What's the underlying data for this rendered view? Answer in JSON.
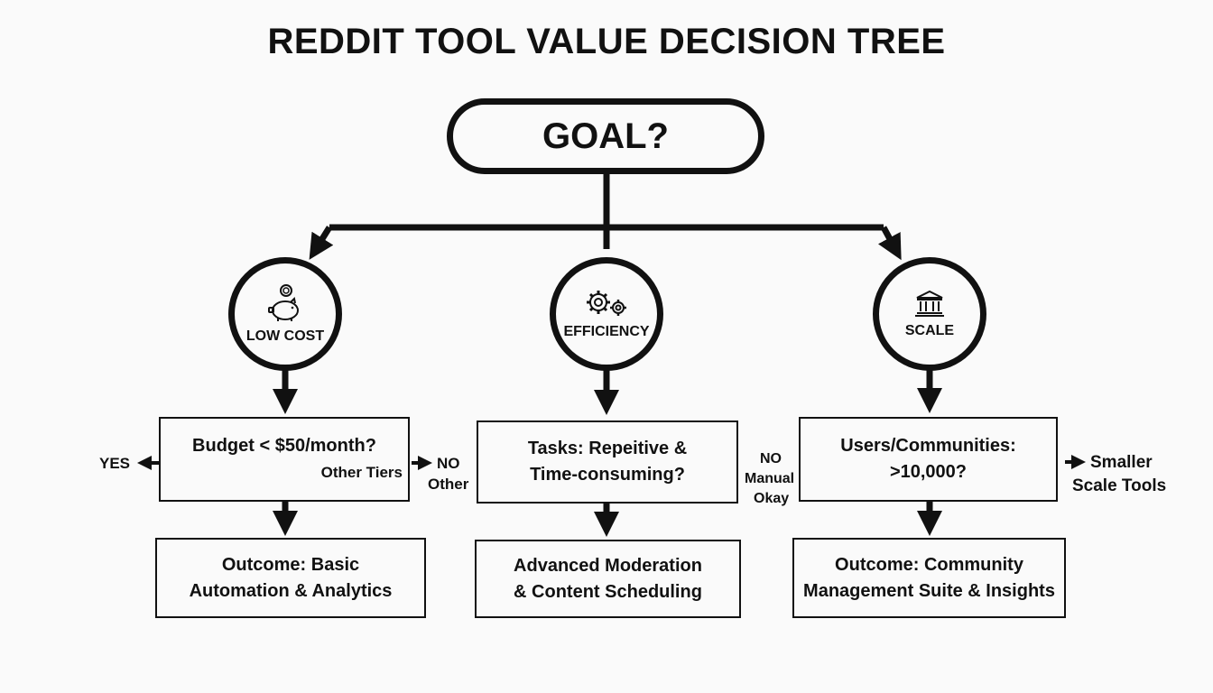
{
  "title": "REDDIT TOOL VALUE DECISION TREE",
  "root": {
    "label": "GOAL?"
  },
  "branches": [
    {
      "label": "LOW COST",
      "icon": "piggy-bank-icon",
      "question": {
        "line1": "Budget < $50/month?",
        "line2": "Other Tiers"
      },
      "yes_label": "YES",
      "no_label": "NO",
      "no_sub": "Other",
      "outcome": {
        "line1": "Outcome: Basic",
        "line2": "Automation & Analytics"
      }
    },
    {
      "label": "EFFICIENCY",
      "icon": "gears-icon",
      "question": {
        "line1": "Tasks: Repeitive &",
        "line2": "Time-consuming?"
      },
      "no_label": "NO",
      "no_sub1": "Manual",
      "no_sub2": "Okay",
      "outcome": {
        "line1": "Advanced Moderation",
        "line2": "& Content Scheduling"
      }
    },
    {
      "label": "SCALE",
      "icon": "bank-building-icon",
      "question": {
        "line1": "Users/Communities:",
        "line2": ">10,000?"
      },
      "side_line1": "Smaller",
      "side_line2": "Scale Tools",
      "outcome": {
        "line1": "Outcome: Community",
        "line2": "Management Suite & Insights"
      }
    }
  ]
}
